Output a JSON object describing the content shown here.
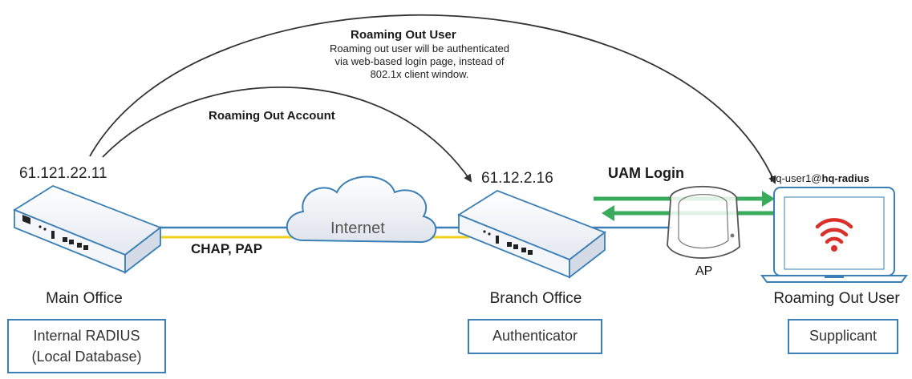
{
  "top_arc": {
    "title": "Roaming Out User",
    "desc_lines": [
      "Roaming out user will be authenticated",
      "via web-based login page, instead of",
      "802.1x client window."
    ]
  },
  "inner_arc": {
    "title": "Roaming Out Account"
  },
  "main_office": {
    "ip": "61.121.22.11",
    "label": "Main Office",
    "role_line1": "Internal RADIUS",
    "role_line2": "(Local Database)"
  },
  "branch_office": {
    "ip": "61.12.2.16",
    "label": "Branch Office",
    "role": "Authenticator"
  },
  "user": {
    "account_prefix": "hq-user1@",
    "account_domain": "hq-radius",
    "label": "Roaming Out User",
    "role": "Supplicant"
  },
  "internet_label": "Internet",
  "protocol_label": "CHAP, PAP",
  "uam_label": "UAM Login",
  "ap_label": "AP",
  "colors": {
    "arc": "#333333",
    "link_blue": "#3a7fb5",
    "link_yellow": "#f2d21a",
    "uam_green": "#3aaa5c",
    "wifi_red": "#d9302c",
    "box_border": "#3a7fb5"
  }
}
